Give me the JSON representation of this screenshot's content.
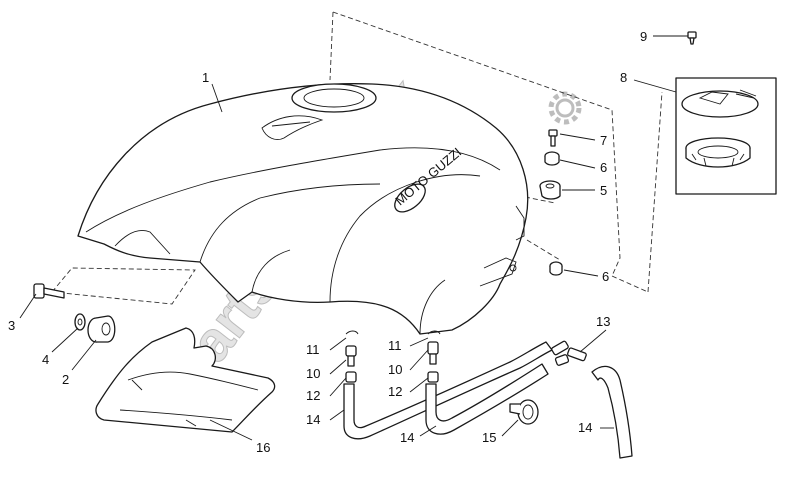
{
  "callouts": {
    "c1": "1",
    "c2": "2",
    "c3": "3",
    "c4": "4",
    "c5": "5",
    "c6a": "6",
    "c6b": "6",
    "c7": "7",
    "c8": "8",
    "c9": "9",
    "c10a": "10",
    "c10b": "10",
    "c11a": "11",
    "c11b": "11",
    "c12a": "12",
    "c12b": "12",
    "c13": "13",
    "c14a": "14",
    "c14b": "14",
    "c14c": "14",
    "c15": "15",
    "c16": "16"
  },
  "watermark": "PartsRepublik",
  "logo_text": "MOTO GUZZI",
  "colors": {
    "line": "#1a1a1a",
    "watermark": "#d6d6d6"
  }
}
